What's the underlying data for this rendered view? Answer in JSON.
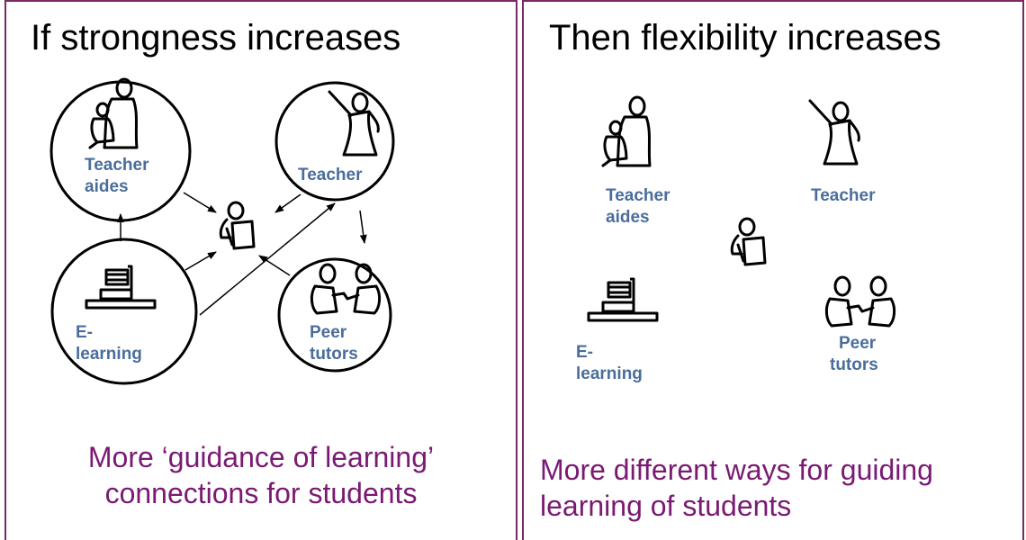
{
  "left": {
    "title": "If strongness increases",
    "caption_line1": "More ‘guidance of learning’",
    "caption_line2": "connections for students",
    "nodes": {
      "teacher_aides": [
        "Teacher",
        "aides"
      ],
      "teacher": "Teacher",
      "elearning": [
        "E-",
        "learning"
      ],
      "peer": [
        "Peer",
        "tutors"
      ]
    }
  },
  "right": {
    "title": "Then flexibility increases",
    "caption_line1": "More different ways for guiding",
    "caption_line2": "learning of students",
    "nodes": {
      "teacher_aides": [
        "Teacher",
        "aides"
      ],
      "teacher": "Teacher",
      "elearning": [
        "E-",
        "learning"
      ],
      "peer": [
        "Peer",
        "tutors"
      ]
    }
  },
  "colors": {
    "border": "#7a2a60",
    "caption": "#7a1a73",
    "label": "#4a6d9c"
  }
}
